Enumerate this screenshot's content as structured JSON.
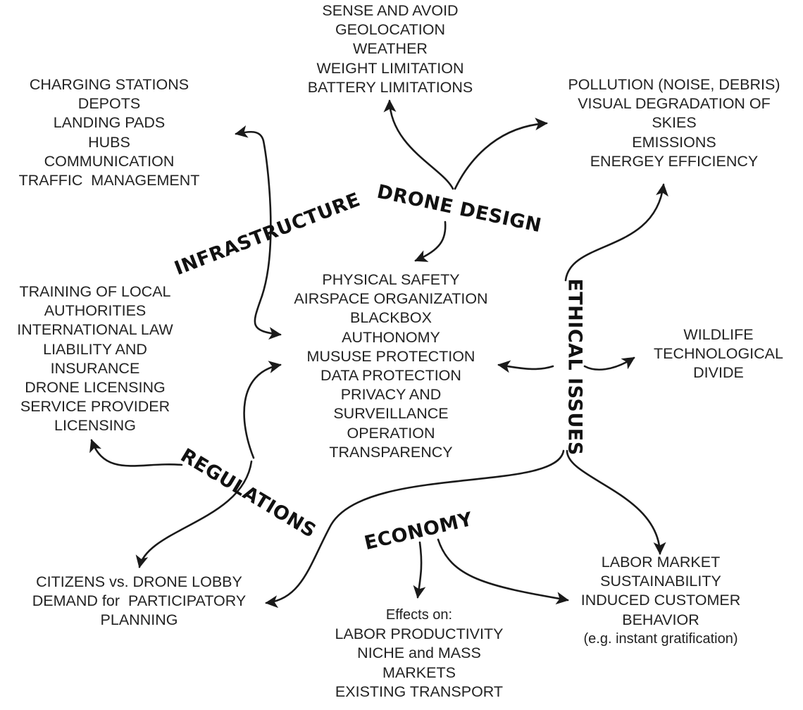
{
  "topics": {
    "drone_design": "DRONE DESIGN",
    "infrastructure": "INFRASTRUCTURE",
    "ethical_issues": "ETHICAL ISSUES",
    "regulations": "REGULATIONS",
    "economy": "ECONOMY"
  },
  "blocks": {
    "drone_design_items": [
      "SENSE AND AVOID",
      "GEOLOCATION",
      "WEATHER",
      "WEIGHT LIMITATION",
      "BATTERY LIMITATIONS"
    ],
    "infrastructure_items": [
      "CHARGING STATIONS",
      "DEPOTS",
      "LANDING PADS",
      "HUBS",
      "COMMUNICATION",
      "TRAFFIC  MANAGEMENT"
    ],
    "environment_items": [
      "POLLUTION (NOISE, DEBRIS)",
      "VISUAL DEGRADATION OF",
      "SKIES",
      "EMISSIONS",
      "ENERGEY EFFICIENCY"
    ],
    "central_items": [
      "PHYSICAL SAFETY",
      "AIRSPACE ORGANIZATION",
      "BLACKBOX",
      "AUTHONOMY",
      "MUSUSE PROTECTION",
      "DATA PROTECTION",
      "PRIVACY AND",
      "SURVEILLANCE",
      "OPERATION",
      "TRANSPARENCY"
    ],
    "regulation_items": [
      "TRAINING OF LOCAL",
      "AUTHORITIES",
      "INTERNATIONAL LAW",
      "LIABILITY AND",
      "INSURANCE",
      "DRONE LICENSING",
      "SERVICE PROVIDER",
      "LICENSING"
    ],
    "social_items": [
      "WILDLIFE",
      "TECHNOLOGICAL",
      "DIVIDE"
    ],
    "participation_items": [
      "CITIZENS vs. DRONE LOBBY",
      "DEMAND for  PARTICIPATORY",
      "PLANNING"
    ],
    "economy_effects_lead": "Effects on:",
    "economy_effects_items": [
      "LABOR PRODUCTIVITY",
      "NICHE and MASS",
      "MARKETS",
      "EXISTING TRANSPORT"
    ],
    "labor_items": [
      "LABOR MARKET",
      "SUSTAINABILITY",
      "INDUCED CUSTOMER",
      "BEHAVIOR"
    ],
    "labor_note": "(e.g. instant gratification)"
  },
  "colors": {
    "text": "#222222",
    "arrow": "#1a1a1a",
    "background": "#ffffff"
  }
}
